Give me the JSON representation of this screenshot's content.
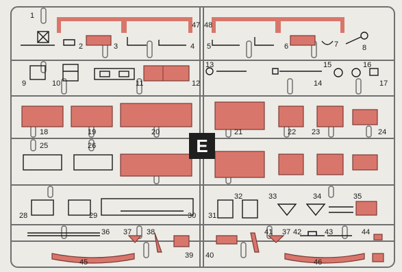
{
  "sprue": {
    "letter": "E",
    "colors": {
      "frame": "#6f6f6f",
      "part_fill": "#d9766b",
      "part_stroke": "#7a3a35",
      "background": "#ecebe6",
      "label_box": "#1f1f1f"
    }
  },
  "part_numbers": {
    "p1": "1",
    "p2": "2",
    "p3": "3",
    "p4": "4",
    "p5": "5",
    "p6": "6",
    "p7": "7",
    "p8": "8",
    "p9": "9",
    "p10": "10",
    "p11": "11",
    "p12": "12",
    "p13": "13",
    "p14": "14",
    "p15": "15",
    "p16": "16",
    "p17": "17",
    "p18": "18",
    "p19": "19",
    "p20": "20",
    "p21": "21",
    "p22": "22",
    "p23": "23",
    "p24": "24",
    "p25": "25",
    "p26": "26",
    "p28": "28",
    "p29": "29",
    "p30": "30",
    "p31": "31",
    "p32": "32",
    "p33": "33",
    "p34": "34",
    "p35": "35",
    "p36": "36",
    "p37a": "37",
    "p37b": "37",
    "p38": "38",
    "p39": "39",
    "p40": "40",
    "p41": "41",
    "p42": "42",
    "p43": "43",
    "p44": "44",
    "p45": "45",
    "p46": "46",
    "p47": "47",
    "p48": "48"
  }
}
